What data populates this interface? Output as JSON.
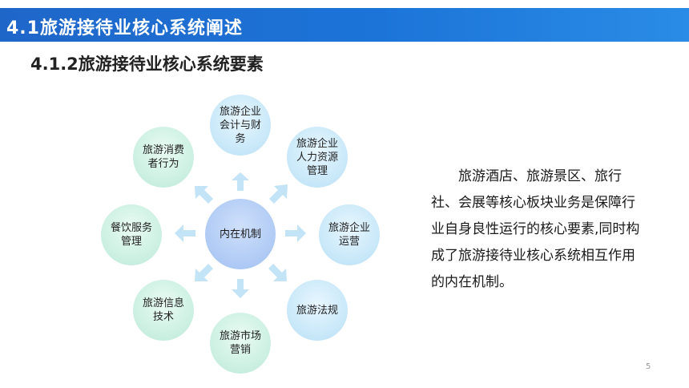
{
  "header": {
    "title": "4.1旅游接待业核心系统阐述"
  },
  "section": {
    "subtitle": "4.1.2旅游接待业核心系统要素"
  },
  "diagram": {
    "center": "内在机制",
    "nodes": {
      "top": "旅游企业会计与财务",
      "top_right": "旅游企业人力资源管理",
      "right": "旅游企业运营",
      "bottom_right": "旅游法规",
      "bottom": "旅游市场营销",
      "bottom_left": "旅游信息技术",
      "left": "餐饮服务管理",
      "top_left": "旅游消费者行为"
    },
    "colors": {
      "green_node": "#c9efe1",
      "blue_node": "#c6e7f8",
      "center": "#a9c6f3",
      "arrow": "#c3e3f6"
    }
  },
  "body": {
    "paragraph": "旅游酒店、旅游景区、旅行社、会展等核心板块业务是保障行业自身良性运行的核心要素,同时构成了旅游接待业核心系统相互作用的内在机制。"
  },
  "footer": {
    "page_number": "5"
  }
}
